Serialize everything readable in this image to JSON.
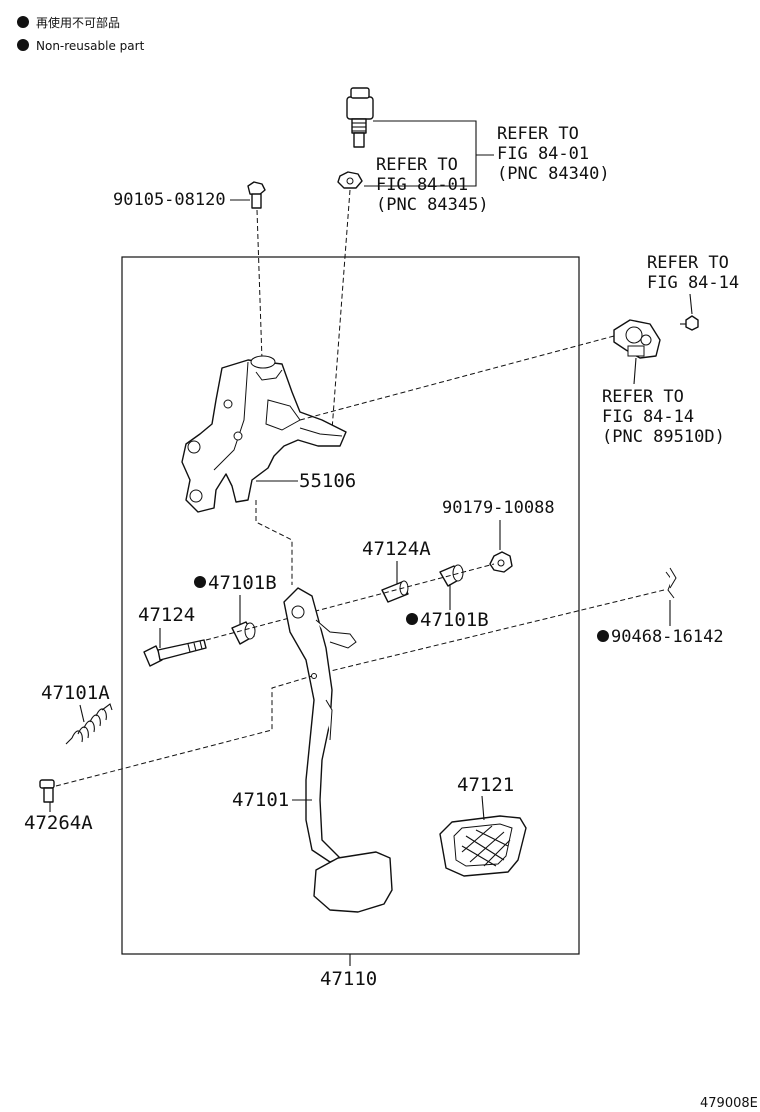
{
  "legend": [
    {
      "text": "再使用不可部品"
    },
    {
      "text": "Non-reusable part"
    }
  ],
  "refs": {
    "ref_84340": [
      "REFER TO",
      "FIG 84-01",
      "(PNC 84340)"
    ],
    "ref_84345": [
      "REFER TO",
      "FIG 84-01",
      "(PNC 84345)"
    ],
    "ref_84_14_top": [
      "REFER TO",
      "FIG 84-14"
    ],
    "ref_89510d": [
      "REFER TO",
      "FIG 84-14",
      "(PNC 89510D)"
    ]
  },
  "parts": {
    "p_90105_08120": "90105-08120",
    "p_55106": "55106",
    "p_90179_10088": "90179-10088",
    "p_47124A": "47124A",
    "p_47101B_left": "47101B",
    "p_47101B_right": "47101B",
    "p_47124": "47124",
    "p_90468_16142": "90468-16142",
    "p_47101A": "47101A",
    "p_47264A": "47264A",
    "p_47121": "47121",
    "p_47101": "47101",
    "p_47110": "47110"
  },
  "figure_code": "479008E"
}
